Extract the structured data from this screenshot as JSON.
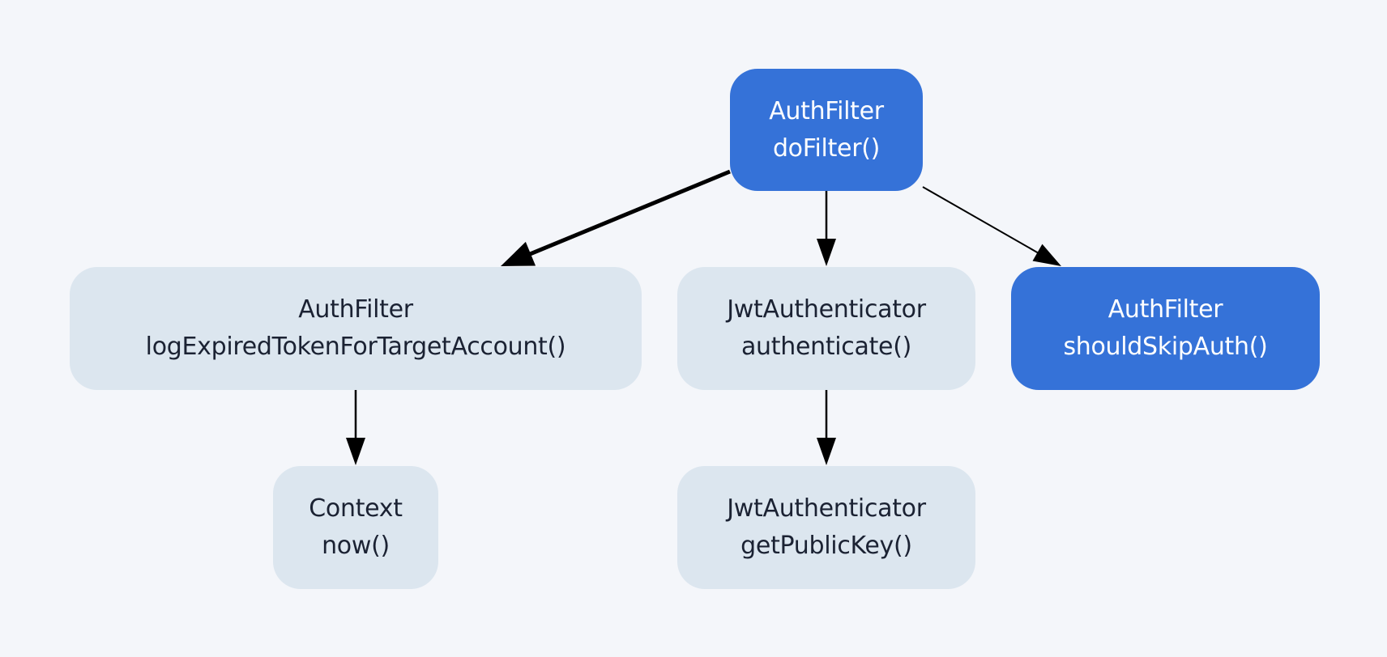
{
  "diagram": {
    "nodes": [
      {
        "id": "authfilter-dofilter",
        "class_label": "AuthFilter",
        "method_label": "doFilter()",
        "style": "primary"
      },
      {
        "id": "authfilter-logexpired",
        "class_label": "AuthFilter",
        "method_label": "logExpiredTokenForTargetAccount()",
        "style": "secondary"
      },
      {
        "id": "jwtauthenticator-authenticate",
        "class_label": "JwtAuthenticator",
        "method_label": "authenticate()",
        "style": "secondary"
      },
      {
        "id": "authfilter-shouldskipauth",
        "class_label": "AuthFilter",
        "method_label": "shouldSkipAuth()",
        "style": "primary"
      },
      {
        "id": "context-now",
        "class_label": "Context",
        "method_label": "now()",
        "style": "secondary"
      },
      {
        "id": "jwtauthenticator-getpublickey",
        "class_label": "JwtAuthenticator",
        "method_label": "getPublicKey()",
        "style": "secondary"
      }
    ],
    "edges": [
      {
        "from": "authfilter-dofilter",
        "to": "authfilter-logexpired",
        "emphasis": "strong"
      },
      {
        "from": "authfilter-dofilter",
        "to": "jwtauthenticator-authenticate",
        "emphasis": "normal"
      },
      {
        "from": "authfilter-dofilter",
        "to": "authfilter-shouldskipauth",
        "emphasis": "light"
      },
      {
        "from": "authfilter-logexpired",
        "to": "context-now",
        "emphasis": "normal"
      },
      {
        "from": "jwtauthenticator-authenticate",
        "to": "jwtauthenticator-getpublickey",
        "emphasis": "normal"
      }
    ],
    "colors": {
      "background": "#f4f6fa",
      "primary_node": "#3572d8",
      "secondary_node": "#dce6ef",
      "primary_text": "#ffffff",
      "secondary_text": "#1b2233",
      "edge": "#000000"
    }
  }
}
